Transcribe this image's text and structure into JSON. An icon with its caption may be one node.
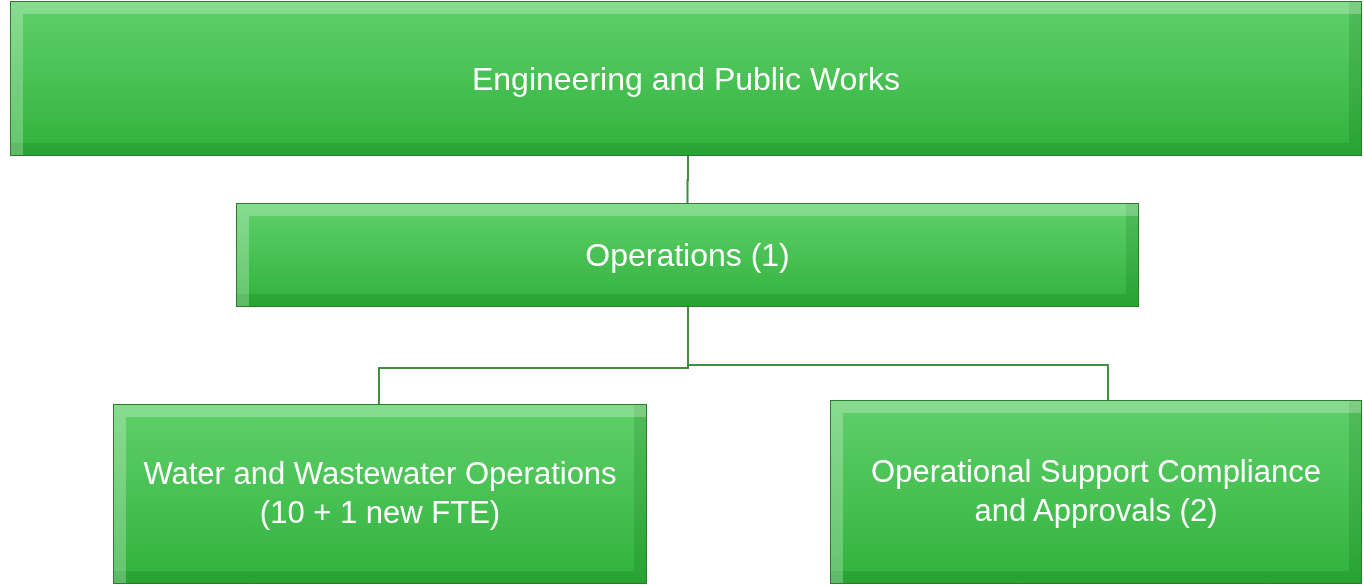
{
  "diagram": {
    "nodes": [
      {
        "text": [
          "Engineering and Public Works"
        ]
      },
      {
        "text": [
          "Operations (1)"
        ]
      },
      {
        "text": [
          "Water and Wastewater Operations (10 + 1 new FTE)"
        ]
      },
      {
        "text": [
          "Operational Support Compliance and Approvals (2)"
        ]
      }
    ],
    "edges": [
      {
        "from": 0,
        "to": 1,
        "arrow": "none"
      },
      {
        "from": 1,
        "to": 2,
        "arrow": "none"
      },
      {
        "from": 1,
        "to": 3,
        "arrow": "none"
      }
    ]
  }
}
